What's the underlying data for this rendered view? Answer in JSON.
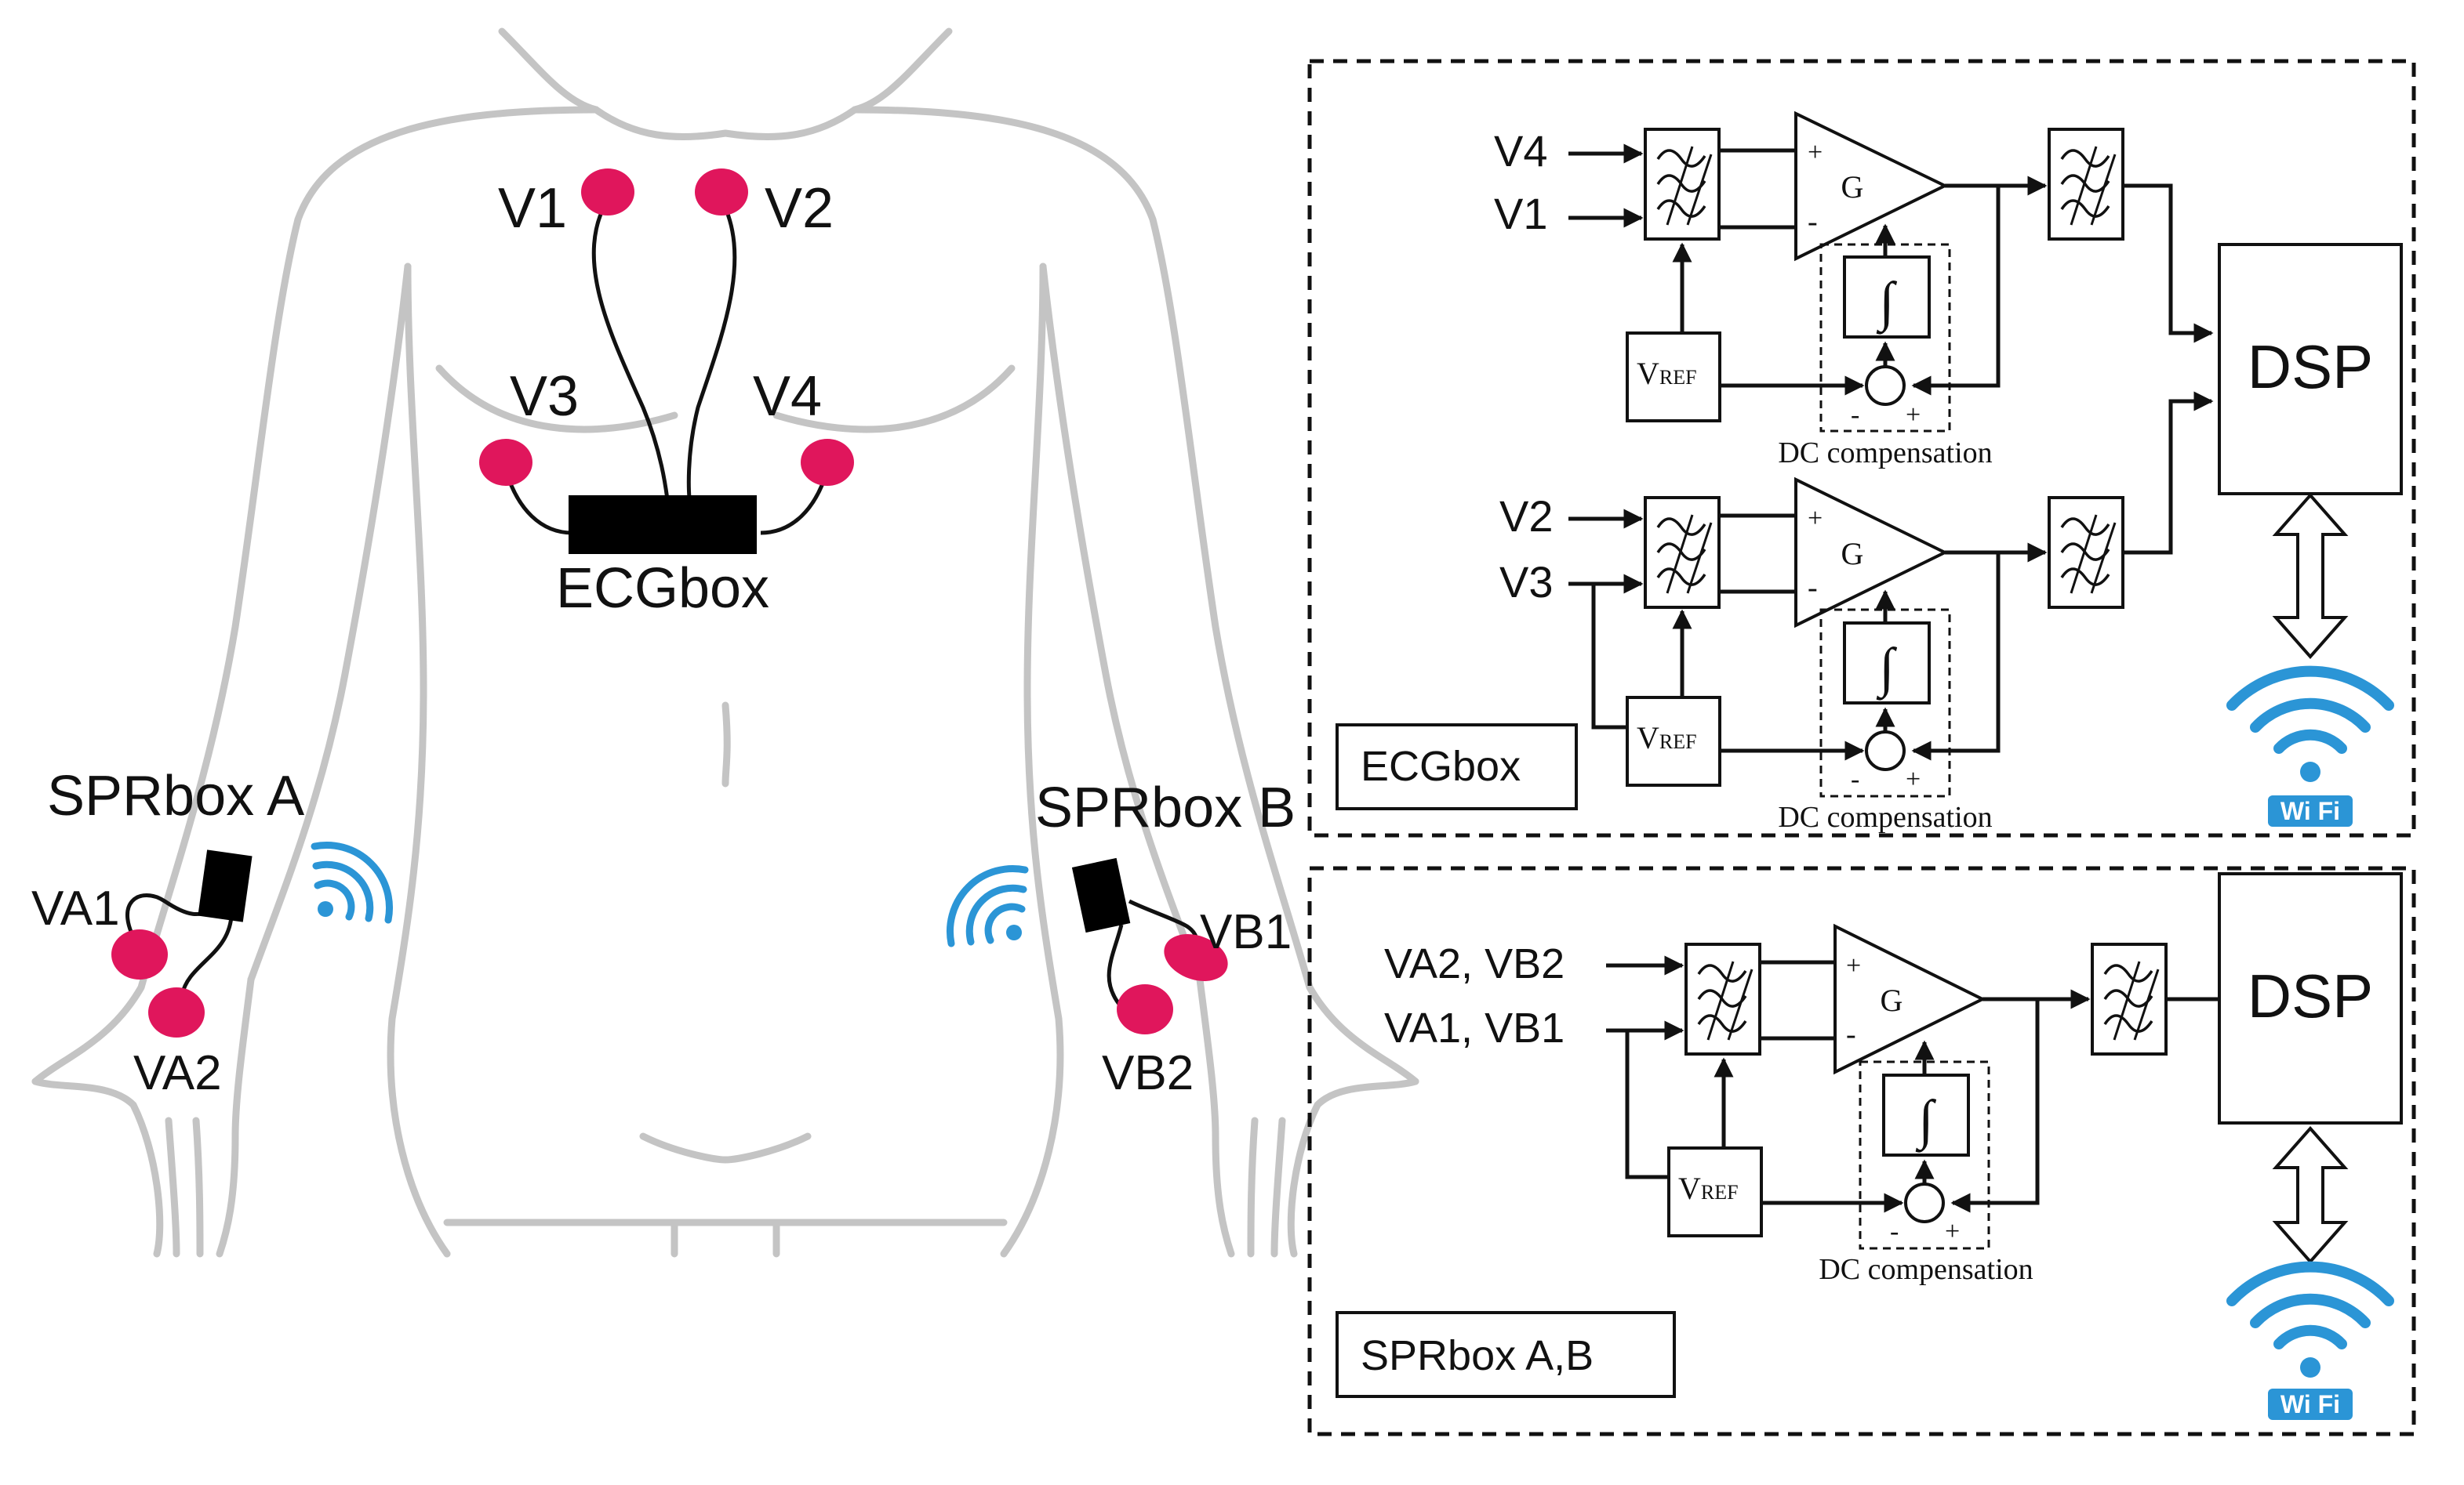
{
  "body_panel": {
    "electrodes": {
      "v1": "V1",
      "v2": "V2",
      "v3": "V3",
      "v4": "V4",
      "va1": "VA1",
      "va2": "VA2",
      "vb1": "VB1",
      "vb2": "VB2"
    },
    "ecgbox_label": "ECGbox",
    "sprbox_a_label": "SPRbox A",
    "sprbox_b_label": "SPRbox B",
    "pad_color": "#e0165c",
    "wireless_icon_color": "#2b95d6"
  },
  "ecgbox_panel": {
    "title": "ECGbox",
    "channel1": {
      "input_top": "V4",
      "input_bottom": "V1"
    },
    "channel2": {
      "input_top": "V2",
      "input_bottom": "V3"
    },
    "gain_label": "G",
    "plus_sign": "+",
    "minus_sign": "-",
    "vref_main": "V",
    "vref_sub": "REF",
    "integrator_symbol": "∫",
    "dc_compensation_label": "DC compensation",
    "dsp_label": "DSP",
    "wifi_badge": "Wi Fi"
  },
  "sprbox_panel": {
    "title": "SPRbox A,B",
    "input_top": "VA2, VB2",
    "input_bottom": "VA1, VB1",
    "gain_label": "G",
    "plus_sign": "+",
    "minus_sign": "-",
    "vref_main": "V",
    "vref_sub": "REF",
    "integrator_symbol": "∫",
    "dc_compensation_label": "DC compensation",
    "dsp_label": "DSP",
    "wifi_badge": "Wi Fi"
  }
}
